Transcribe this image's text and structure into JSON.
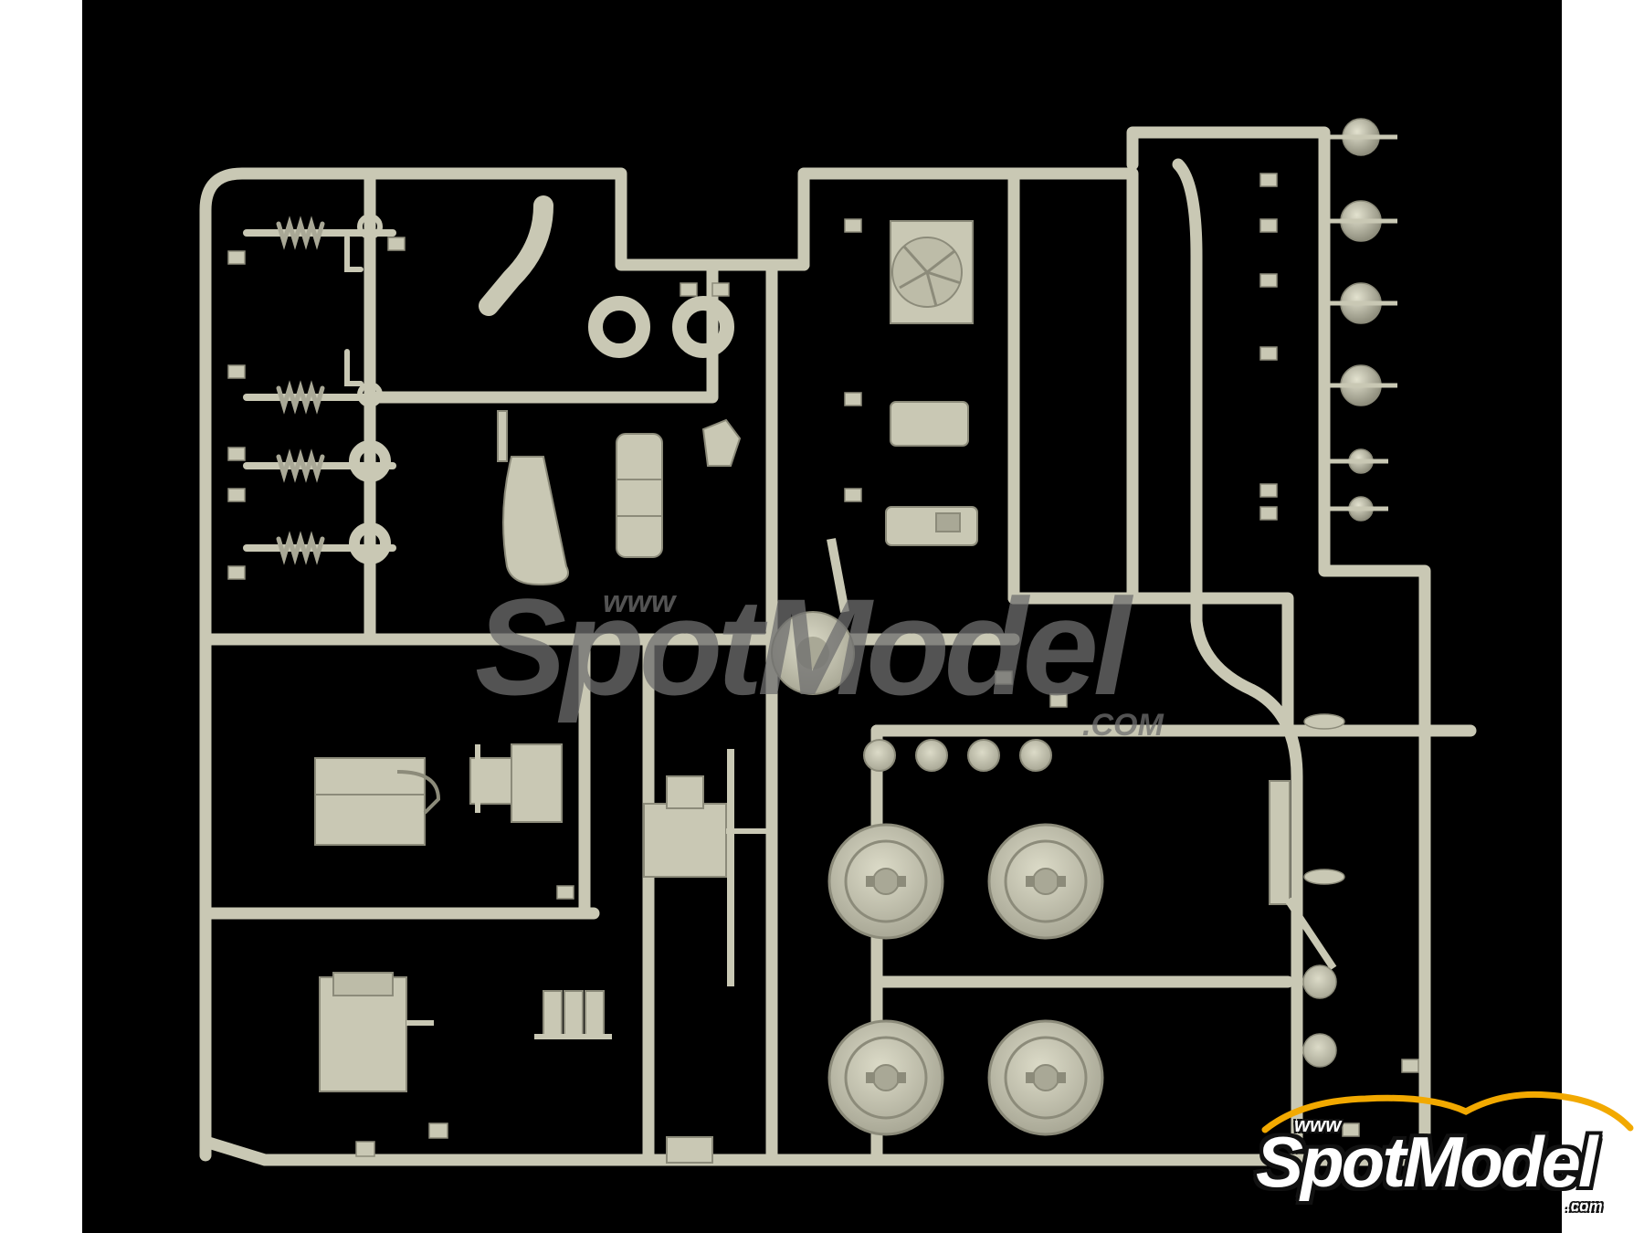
{
  "colors": {
    "background": "#000000",
    "plastic": "#c9c8b4",
    "plastic_shade": "#8c8b7a",
    "watermark": "#6f6f6f"
  },
  "watermark": {
    "www": "www",
    "brand": "SpotModel",
    "com": ".COM"
  },
  "logo": {
    "www": "www",
    "brand": "SpotModel",
    "com": ".com"
  }
}
